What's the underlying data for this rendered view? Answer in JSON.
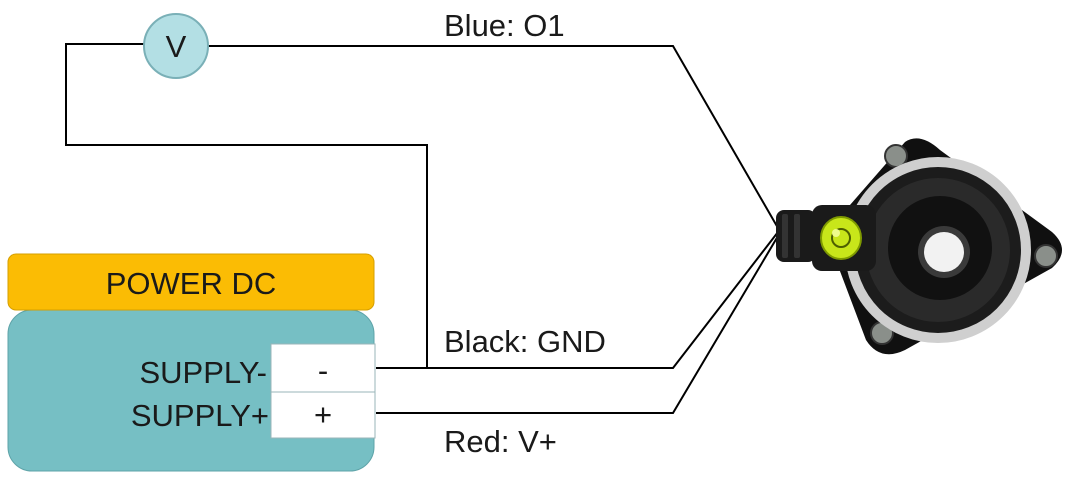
{
  "wires": {
    "blue_label": "Blue: O1",
    "black_label": "Black: GND",
    "red_label": "Red: V+"
  },
  "voltmeter": {
    "symbol": "V"
  },
  "power_supply": {
    "title": "POWER DC",
    "terminal_minus_label": "SUPPLY-",
    "terminal_minus_symbol": "-",
    "terminal_plus_label": "SUPPLY+",
    "terminal_plus_symbol": "+"
  },
  "colors": {
    "power_title_fill": "#fbbc04",
    "power_body_fill": "#76bfc4",
    "voltmeter_fill": "#b3dfe4",
    "sensor_body": "#111111",
    "bubble_level": "#c8e61a"
  },
  "icons": {
    "sensor": "inclinometer-sensor-icon"
  }
}
